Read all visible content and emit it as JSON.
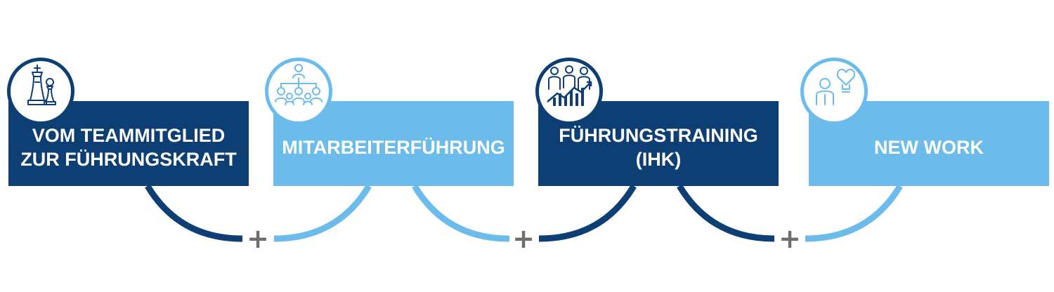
{
  "colors": {
    "dark_blue": "#0d3f74",
    "light_blue": "#6bbbeb",
    "plus_gray": "#6e6e6e"
  },
  "steps": [
    {
      "line1": "VOM TEAMMITGLIED",
      "line2": "ZUR FÜHRUNGSKRAFT",
      "color": "dark",
      "icon": "chess-icon"
    },
    {
      "line1": "MITARBEITERFÜHRUNG",
      "line2": "",
      "color": "light",
      "icon": "org-chart-icon"
    },
    {
      "line1": "FÜHRUNGSTRAINING",
      "line2": "(IHK)",
      "color": "dark",
      "icon": "team-growth-icon"
    },
    {
      "line1": "NEW WORK",
      "line2": "",
      "color": "light",
      "icon": "person-idea-icon"
    }
  ],
  "connector_symbol": "+"
}
